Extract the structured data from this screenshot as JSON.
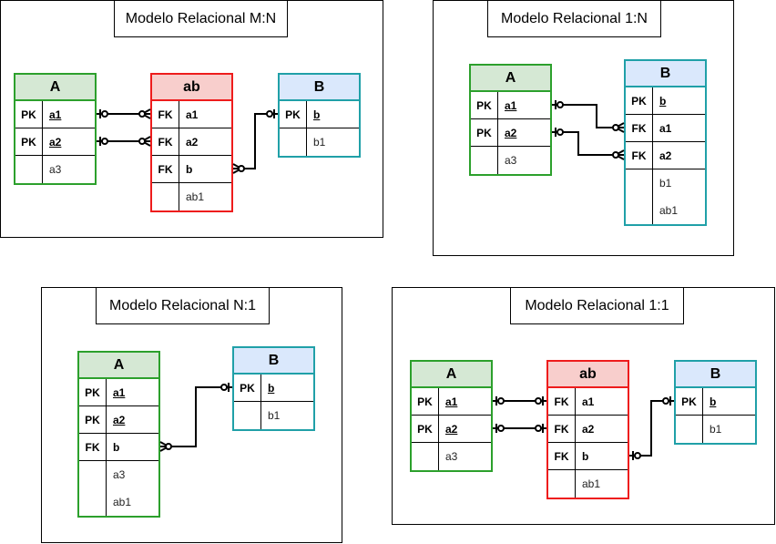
{
  "diagrams": [
    {
      "title": "Modelo Relacional M:N",
      "tables": [
        {
          "name": "A",
          "rows": [
            [
              "PK",
              "a1",
              "pk"
            ],
            [
              "PK",
              "a2",
              "pk"
            ],
            [
              "",
              "a3",
              "plain"
            ]
          ]
        },
        {
          "name": "ab",
          "rows": [
            [
              "FK",
              "a1",
              "fk"
            ],
            [
              "FK",
              "a2",
              "fk"
            ],
            [
              "FK",
              "b",
              "fk"
            ],
            [
              "",
              "ab1",
              "plain"
            ]
          ]
        },
        {
          "name": "B",
          "rows": [
            [
              "PK",
              "b",
              "pk"
            ],
            [
              "",
              "b1",
              "plain"
            ]
          ]
        }
      ]
    },
    {
      "title": "Modelo Relacional 1:N",
      "tables": [
        {
          "name": "A",
          "rows": [
            [
              "PK",
              "a1",
              "pk"
            ],
            [
              "PK",
              "a2",
              "pk"
            ],
            [
              "",
              "a3",
              "plain"
            ]
          ]
        },
        {
          "name": "B",
          "rows": [
            [
              "PK",
              "b",
              "pk"
            ],
            [
              "FK",
              "a1",
              "fk"
            ],
            [
              "FK",
              "a2",
              "fk"
            ],
            [
              "",
              "b1",
              "plain"
            ],
            [
              "",
              "ab1",
              "plain"
            ]
          ]
        }
      ]
    },
    {
      "title": "Modelo Relacional N:1",
      "tables": [
        {
          "name": "A",
          "rows": [
            [
              "PK",
              "a1",
              "pk"
            ],
            [
              "PK",
              "a2",
              "pk"
            ],
            [
              "FK",
              "b",
              "fk"
            ],
            [
              "",
              "a3",
              "plain"
            ],
            [
              "",
              "ab1",
              "plain"
            ]
          ]
        },
        {
          "name": "B",
          "rows": [
            [
              "PK",
              "b",
              "pk"
            ],
            [
              "",
              "b1",
              "plain"
            ]
          ]
        }
      ]
    },
    {
      "title": "Modelo Relacional 1:1",
      "tables": [
        {
          "name": "A",
          "rows": [
            [
              "PK",
              "a1",
              "pk"
            ],
            [
              "PK",
              "a2",
              "pk"
            ],
            [
              "",
              "a3",
              "plain"
            ]
          ]
        },
        {
          "name": "ab",
          "rows": [
            [
              "FK",
              "a1",
              "fk"
            ],
            [
              "FK",
              "a2",
              "fk"
            ],
            [
              "FK",
              "b",
              "fk"
            ],
            [
              "",
              "ab1",
              "plain"
            ]
          ]
        },
        {
          "name": "B",
          "rows": [
            [
              "PK",
              "b",
              "pk"
            ],
            [
              "",
              "b1",
              "plain"
            ]
          ]
        }
      ]
    }
  ]
}
